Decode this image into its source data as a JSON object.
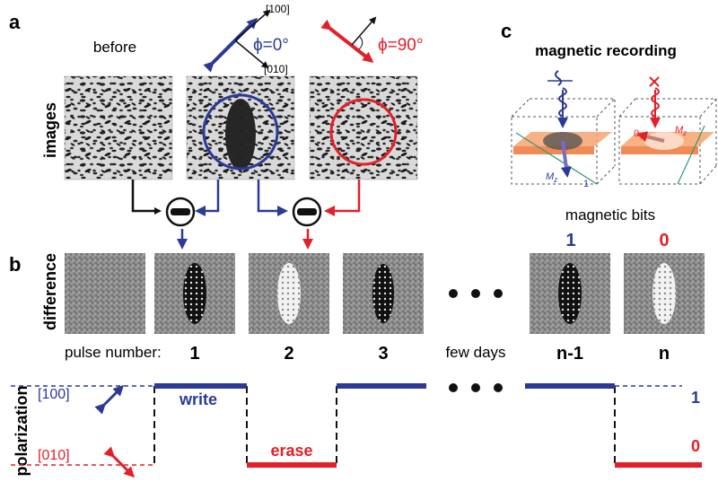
{
  "panels": {
    "a": "a",
    "b": "b",
    "c": "c"
  },
  "row_labels": {
    "images": "images",
    "difference": "difference",
    "polarization": "polarization"
  },
  "before_label": "before",
  "axes": {
    "x_axis": "[100]",
    "y_axis": "[010]"
  },
  "phi_labels": {
    "blue": "ϕ=0°",
    "red": "ϕ=90°"
  },
  "magnetic_recording": {
    "title": "magnetic recording",
    "bits_label": "magnetic bits",
    "bits": [
      "1",
      "0"
    ],
    "moment_label": "M",
    "moment_sub": "z",
    "moment_values": [
      "1",
      "0"
    ]
  },
  "pulse": {
    "label": "pulse number:",
    "numbers": [
      "1",
      "2",
      "3",
      "n-1",
      "n"
    ],
    "gap_text": "few days"
  },
  "polarization": {
    "levels": [
      "[100]",
      "[010]"
    ],
    "write": "write",
    "erase": "erase",
    "end_values": [
      "1",
      "0"
    ]
  },
  "colors": {
    "blue": "#2b3a97",
    "red": "#e2202a",
    "black": "#111111",
    "orange": "#f6a370"
  }
}
